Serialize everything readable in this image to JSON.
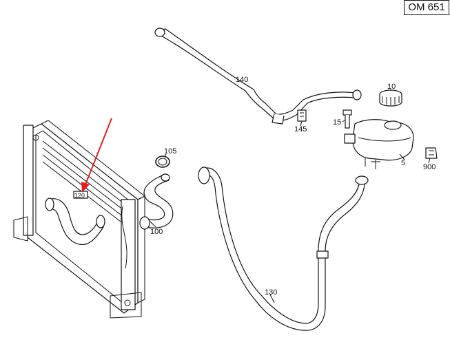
{
  "badge": "OM 651",
  "labels": {
    "p5": "5",
    "p10": "10",
    "p15": "15",
    "p100": "100",
    "p105": "105",
    "p120": "120",
    "p130": "130",
    "p140": "140",
    "p145": "145",
    "p900": "900"
  },
  "highlight_color": "#e02020"
}
